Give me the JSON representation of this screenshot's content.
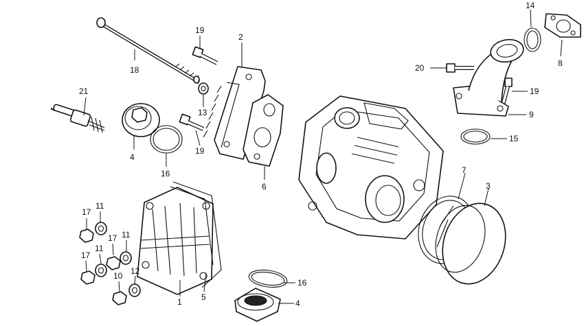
{
  "callouts": {
    "n1": "1",
    "n2": "2",
    "n3": "3",
    "n4a": "4",
    "n4b": "4",
    "n5": "5",
    "n6": "6",
    "n7": "7",
    "n8": "8",
    "n9": "9",
    "n10": "10",
    "n11a": "11",
    "n11b": "11",
    "n11c": "11",
    "n12": "12",
    "n13": "13",
    "n14": "14",
    "n15": "15",
    "n16a": "16",
    "n16b": "16",
    "n17a": "17",
    "n17b": "17",
    "n17c": "17",
    "n18": "18",
    "n19a": "19",
    "n19b": "19",
    "n19c": "19",
    "n20": "20",
    "n21": "21"
  }
}
